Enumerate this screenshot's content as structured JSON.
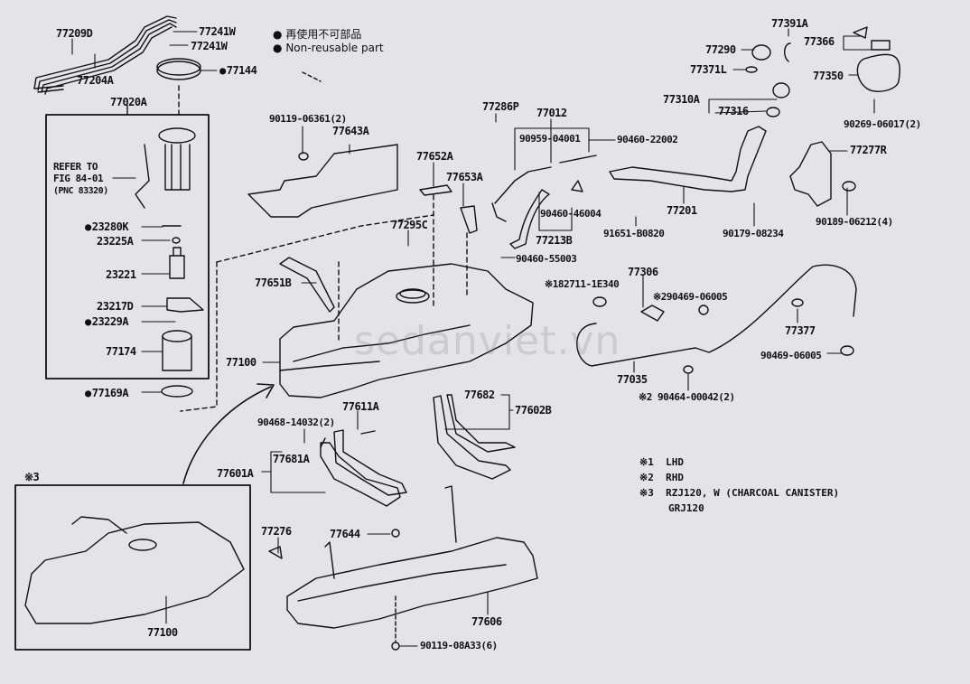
{
  "diagram": {
    "title": "Fuel tank & tube parts diagram",
    "legend": {
      "symbol": "●",
      "japanese": "再使用不可部品",
      "english": "Non-reusable part"
    },
    "inset_marker": "※3",
    "watermark": "sedanviet.vn",
    "notes": [
      {
        "mark": "※1",
        "text": "LHD"
      },
      {
        "mark": "※2",
        "text": "RHD"
      },
      {
        "mark": "※3",
        "text": "RZJ120, W (CHARCOAL CANISTER)"
      },
      {
        "mark": "",
        "text": "GRJ120"
      }
    ],
    "labels": {
      "p77209D": "77209D",
      "p77204A": "77204A",
      "p77241W_a": "77241W",
      "p77241W_b": "77241W",
      "p77144": "77144",
      "p77020A": "77020A",
      "refer": "REFER TO",
      "fig": "FIG 84-01",
      "pnc": "(PNC 83320)",
      "p23280K": "23280K",
      "p23225A": "23225A",
      "p23221": "23221",
      "p23217D": "23217D",
      "p23229A": "23229A",
      "p77174": "77174",
      "p77169A": "77169A",
      "p90119_06361": "90119-06361(2)",
      "p77643A": "77643A",
      "p77652A": "77652A",
      "p77653A": "77653A",
      "p77295C": "77295C",
      "p77651B": "77651B",
      "p77100_main": "77100",
      "p77286P": "77286P",
      "p77012": "77012",
      "p90959_04001": "90959-04001",
      "p90460_22002": "90460-22002",
      "p90460_46004": "90460-46004",
      "p77213B": "77213B",
      "p90460_55003": "90460-55003",
      "p91651_B0820": "91651-B0820",
      "p77201": "77201",
      "p90179_08234": "90179-08234",
      "p77391A": "77391A",
      "p77290": "77290",
      "p77366": "77366",
      "p77371L": "77371L",
      "p77350": "77350",
      "p77310A": "77310A",
      "p77316": "77316",
      "p90269_06017": "90269-06017(2)",
      "p77277R": "77277R",
      "p90189_06212": "90189-06212(4)",
      "p77306": "77306",
      "p182711_1E340": "※182711-1E340",
      "p290469_06005": "※290469-06005",
      "p77377": "77377",
      "p90469_06005": "90469-06005",
      "p77035": "77035",
      "p90464_00042": "※2 90464-00042(2)",
      "p90468_14032": "90468-14032(2)",
      "p77611A": "77611A",
      "p77681A": "77681A",
      "p77601A": "77601A",
      "p77682": "77682",
      "p77602B": "77602B",
      "p77276": "77276",
      "p77644": "77644",
      "p77606": "77606",
      "p90119_08A33": "90119-08A33(6)",
      "p77100_inset": "77100"
    }
  }
}
